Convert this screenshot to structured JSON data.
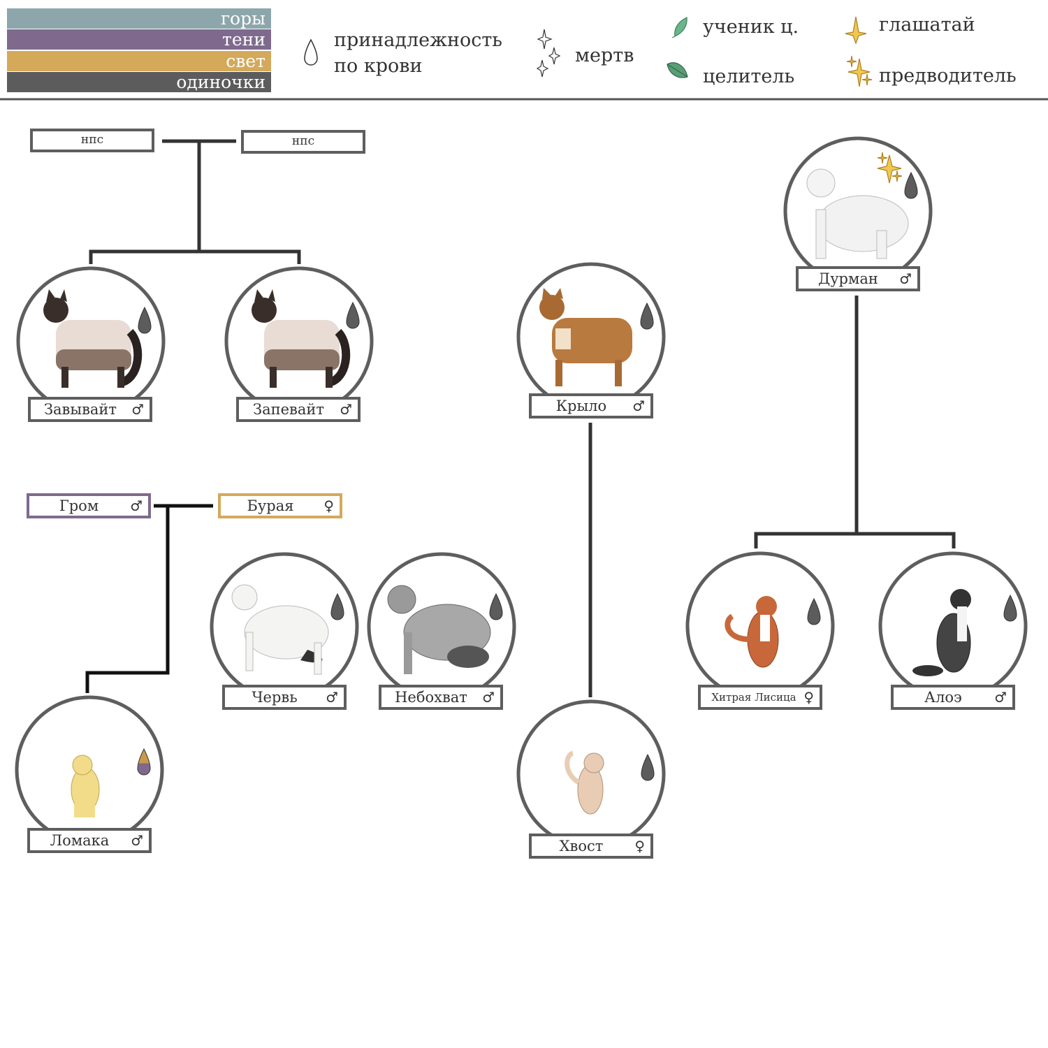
{
  "legend": {
    "clans": [
      {
        "label": "горы",
        "color": "#8da6ab"
      },
      {
        "label": "тени",
        "color": "#7f6a8e"
      },
      {
        "label": "свет",
        "color": "#d4a95a"
      },
      {
        "label": "одиночки",
        "color": "#5c5c5c"
      }
    ],
    "blood_label_1": "принадлежность",
    "blood_label_2": "по крови",
    "dead_label": "мертв",
    "med_apprentice_label": "ученик ц.",
    "healer_label": "целитель",
    "deputy_label": "глашатай",
    "leader_label": "предводитель"
  },
  "colors": {
    "frame": "#5e5e5e",
    "line": "#333333",
    "drop": "#5c5c5c",
    "leaf_light": "#6ab58a",
    "leaf_dark": "#5a9e78",
    "star": "#f0c850"
  },
  "npc": {
    "left_label": "нпс",
    "right_label": "нпс"
  },
  "cats": {
    "zavyvait": {
      "name": "Завывайт",
      "sex": "♂"
    },
    "zapevait": {
      "name": "Запевайт",
      "sex": "♂"
    },
    "krylo": {
      "name": "Крыло",
      "sex": "♂"
    },
    "durman": {
      "name": "Дурман",
      "sex": "♂"
    },
    "grom": {
      "name": "Гром",
      "sex": "♂"
    },
    "buraya": {
      "name": "Бурая",
      "sex": "♀"
    },
    "cherv": {
      "name": "Червь",
      "sex": "♂"
    },
    "nebokhvat": {
      "name": "Небохват",
      "sex": "♂"
    },
    "lomaka": {
      "name": "Ломака",
      "sex": "♂"
    },
    "khvost": {
      "name": "Хвост",
      "sex": "♀"
    },
    "khitraya": {
      "name": "Хитрая Лисица",
      "sex": "♀"
    },
    "aloe": {
      "name": "Алоэ",
      "sex": "♂"
    }
  }
}
